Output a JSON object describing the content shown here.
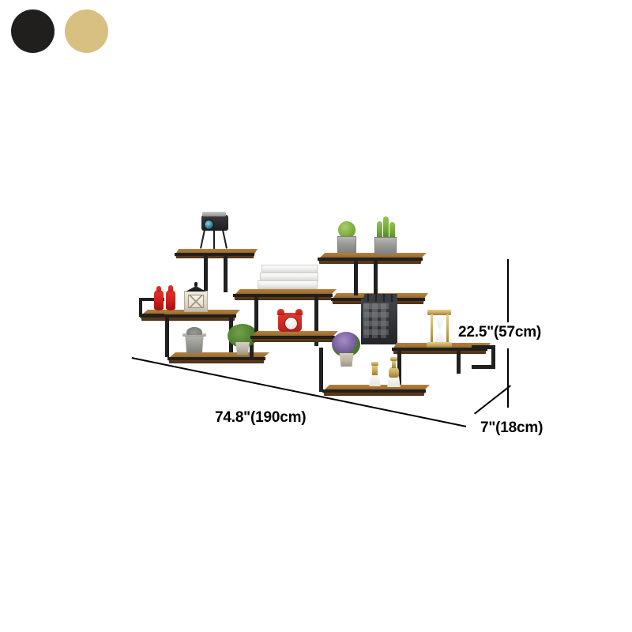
{
  "swatches": {
    "label": "color-options",
    "items": [
      {
        "name": "black",
        "hex": "#211f1e",
        "alt": "Black finish swatch"
      },
      {
        "name": "gold",
        "hex": "#d8c083",
        "alt": "Gold finish swatch"
      }
    ]
  },
  "dimensions": {
    "width": {
      "label": "74.8\"(190cm)",
      "inches": "74.8",
      "cm": "190"
    },
    "height": {
      "label": "22.5\"(57cm)",
      "inches": "22.5",
      "cm": "57"
    },
    "depth": {
      "label": "7\"(18cm)",
      "inches": "7",
      "cm": "18"
    }
  },
  "product": {
    "name": "industrial-wall-shelf",
    "alt": "Stepped industrial wall shelf with black metal frame and brown wood shelves",
    "frame_color": "#20201f",
    "wood_color": "#97652f",
    "shelves": [
      {
        "name": "top-left-shelf",
        "items": [
          "vintage-camera"
        ]
      },
      {
        "name": "upper-left-shelf",
        "items": [
          "red-vases",
          "white-lantern"
        ]
      },
      {
        "name": "middle-left-shelf",
        "items": [
          "white-book-stack"
        ]
      },
      {
        "name": "lower-left-shelf",
        "items": [
          "metal-bucket",
          "green-plant"
        ]
      },
      {
        "name": "middle-center-shelf",
        "items": [
          "red-alarm-clock"
        ]
      },
      {
        "name": "top-right-shelf",
        "items": [
          "cactus-round",
          "cactus-column"
        ]
      },
      {
        "name": "middle-right-shelf",
        "items": [
          "dark-books",
          "lavender-plant"
        ]
      },
      {
        "name": "bottom-right-shelf",
        "items": [
          "gold-bottles",
          "gold-hourglass"
        ]
      }
    ]
  }
}
